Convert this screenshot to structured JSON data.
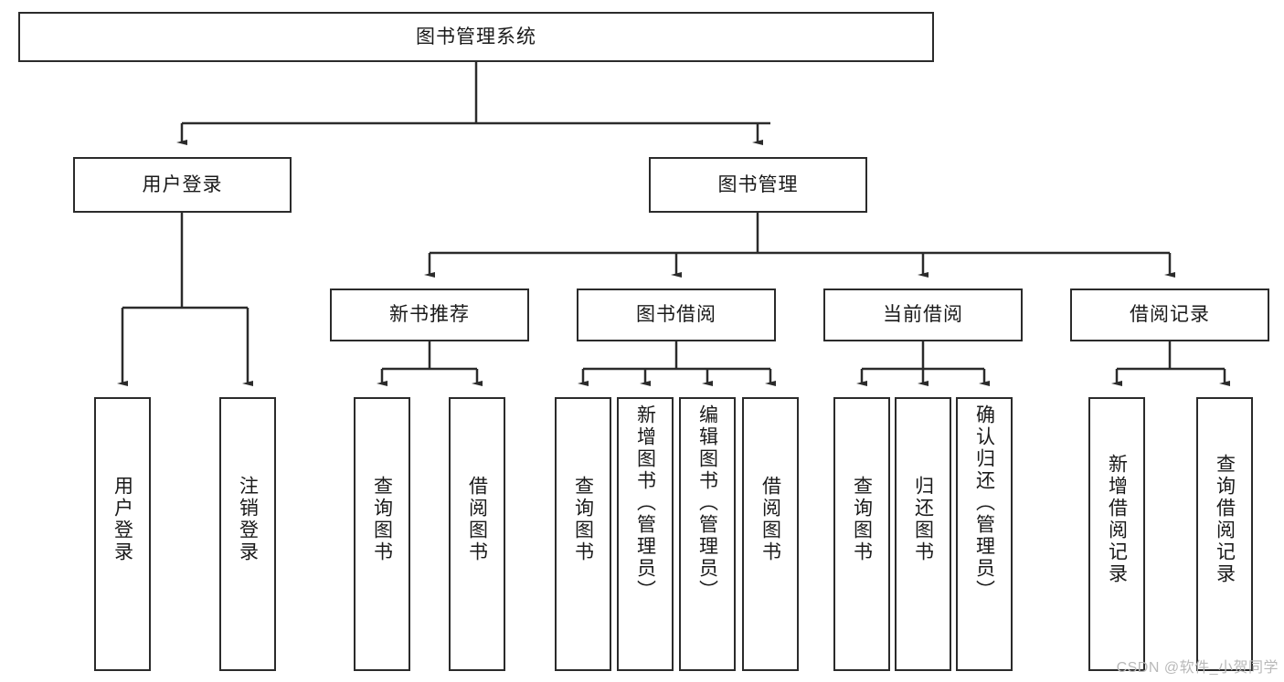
{
  "diagram": {
    "type": "tree",
    "title": "图书管理系统",
    "watermark": "CSDN @软件_小贺同学",
    "colors": {
      "stroke": "#2b2b2b",
      "fill": "#ffffff",
      "text": "#1a1a1a",
      "watermark": "#b9b9b9"
    },
    "nodes": {
      "root": {
        "label": "图书管理系统"
      },
      "level1": [
        {
          "id": "user-login",
          "label": "用户登录"
        },
        {
          "id": "book-manage",
          "label": "图书管理"
        }
      ],
      "level2": [
        {
          "id": "new-book-rec",
          "label": "新书推荐"
        },
        {
          "id": "book-borrow",
          "label": "图书借阅"
        },
        {
          "id": "current-borrow",
          "label": "当前借阅"
        },
        {
          "id": "borrow-record",
          "label": "借阅记录"
        }
      ],
      "leaves": {
        "user_login": [
          {
            "id": "leaf-user-login",
            "label": "用户登录"
          },
          {
            "id": "leaf-logout",
            "label": "注销登录"
          }
        ],
        "new_book_rec": [
          {
            "id": "leaf-query-book-1",
            "label": "查询图书"
          },
          {
            "id": "leaf-borrow-book-1",
            "label": "借阅图书"
          }
        ],
        "book_borrow": [
          {
            "id": "leaf-query-book-2",
            "label": "查询图书"
          },
          {
            "id": "leaf-add-book",
            "label": "新增图书（管理员）"
          },
          {
            "id": "leaf-edit-book",
            "label": "编辑图书（管理员）"
          },
          {
            "id": "leaf-borrow-book-2",
            "label": "借阅图书"
          }
        ],
        "current_borrow": [
          {
            "id": "leaf-query-book-3",
            "label": "查询图书"
          },
          {
            "id": "leaf-return-book",
            "label": "归还图书"
          },
          {
            "id": "leaf-confirm-return",
            "label": "确认归还（管理员）"
          }
        ],
        "borrow_record": [
          {
            "id": "leaf-add-record",
            "label": "新增借阅记录"
          },
          {
            "id": "leaf-query-record",
            "label": "查询借阅记录"
          }
        ]
      }
    }
  }
}
